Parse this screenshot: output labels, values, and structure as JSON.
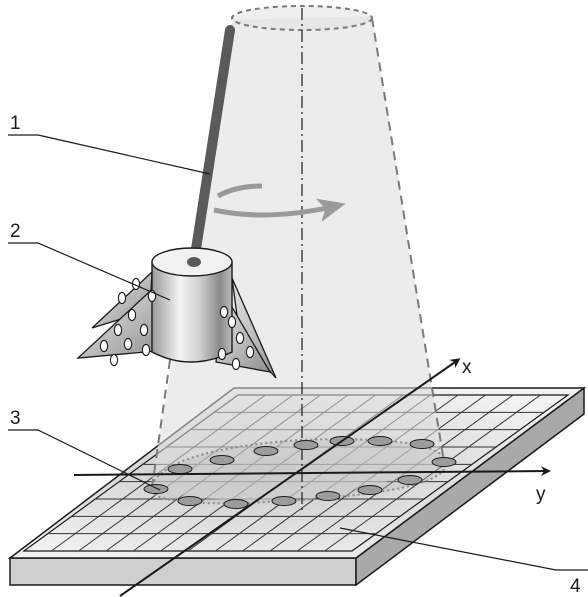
{
  "labels": {
    "callout_1": "1",
    "callout_2": "2",
    "callout_3": "3",
    "callout_4": "4",
    "axis_x": "x",
    "axis_y": "y"
  },
  "colors": {
    "cone_fill": "#dcdcdc",
    "rod": "#5a5a5a",
    "rotation_arrow": "#9a9a9a",
    "plate_fill": "#d9d9d9",
    "grid_line": "#333333",
    "spot": "#9c9c9c",
    "ink": "#1a1a1a"
  },
  "icons": [
    "rotation-arrow-icon",
    "x-axis-arrow-icon",
    "y-axis-arrow-icon"
  ]
}
